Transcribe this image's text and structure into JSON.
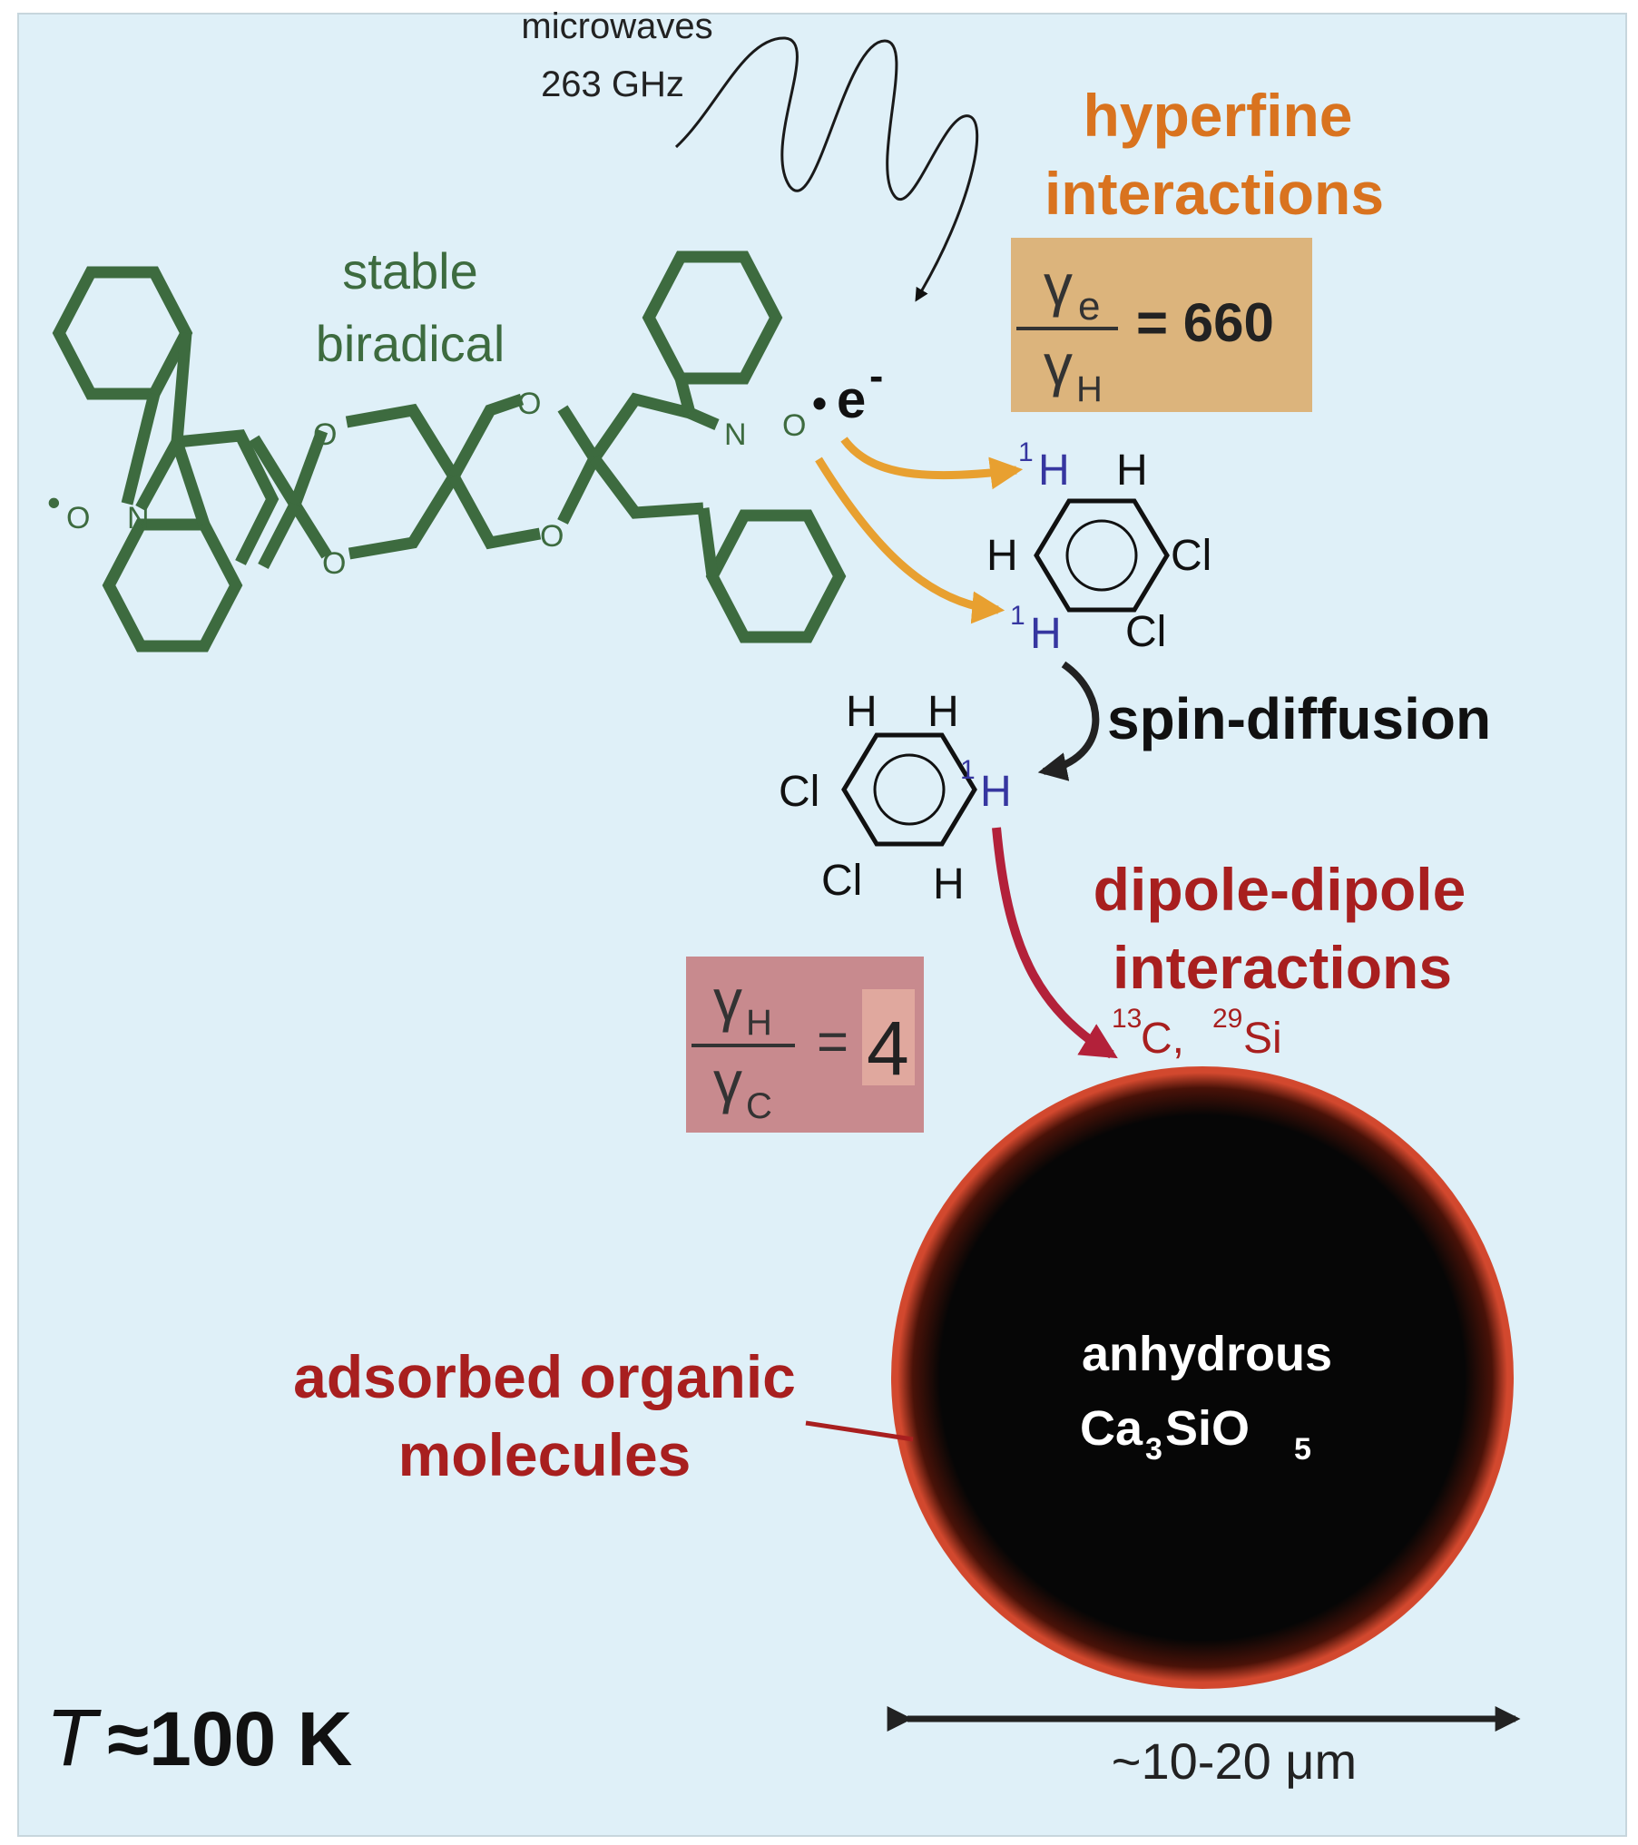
{
  "microwaves": {
    "line1": "microwaves",
    "line2": "263 GHz"
  },
  "biradical": {
    "line1": "stable",
    "line2": "biradical",
    "atoms": {
      "o": "O",
      "n": "N",
      "radical_dot": "•"
    }
  },
  "electron": {
    "dot": "•",
    "symbol": "e",
    "charge": "-"
  },
  "hyperfine": {
    "line1": "hyperfine",
    "line2": "interactions",
    "ratio": {
      "num_sym": "γ",
      "num_sub": "e",
      "den_sym": "γ",
      "den_sub": "H",
      "equals": "= 660"
    }
  },
  "molecule1": {
    "h_sup": "1",
    "h": "H",
    "h_plain": "H",
    "cl": "Cl"
  },
  "molecule2": {
    "h_sup": "1",
    "h": "H",
    "h_plain": "H",
    "cl": "Cl"
  },
  "spin_diffusion": "spin-diffusion",
  "dipole": {
    "line1": "dipole-dipole",
    "line2": "interactions",
    "nuclei": {
      "c_sup": "13",
      "c": "C, ",
      "si_sup": "29",
      "si": "Si"
    },
    "ratio": {
      "num_sym": "γ",
      "num_sub": "H",
      "den_sym": "γ",
      "den_sub": "C",
      "equals": "=",
      "value": "4"
    }
  },
  "particle": {
    "line1": "anhydrous",
    "ca": "Ca",
    "ca_sub": "3",
    "sio": "SiO",
    "o_sub": "5"
  },
  "adsorbed": {
    "line1": "adsorbed organic",
    "line2": "molecules"
  },
  "size": "~10-20 μm",
  "temperature": {
    "symbol": "T",
    "value": "≈100 K"
  },
  "colors": {
    "background": "#dff0f8",
    "green": "#3d6b3f",
    "orange": "#d9731f",
    "orange_arrow": "#e8a030",
    "orange_box": "#dcb47c",
    "red": "#a81f1f",
    "crimson_arrow": "#b3213a",
    "pink_box": "#c88a8e",
    "pink_highlight": "#e0a89e",
    "blue": "#3636a0",
    "particle_edge": "#c8412a"
  }
}
